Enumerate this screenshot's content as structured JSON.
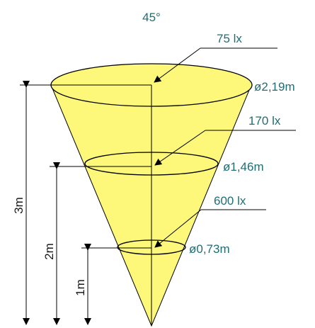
{
  "angle_label": "45°",
  "colors": {
    "cone_fill": "#fdf77a",
    "teal_text": "#1f6e73",
    "line": "#000000"
  },
  "levels": [
    {
      "lux": "75 lx",
      "diameter": "ø2,19m",
      "height": "3m"
    },
    {
      "lux": "170 lx",
      "diameter": "ø1,46m",
      "height": "2m"
    },
    {
      "lux": "600 lx",
      "diameter": "ø0,73m",
      "height": "1m"
    }
  ]
}
